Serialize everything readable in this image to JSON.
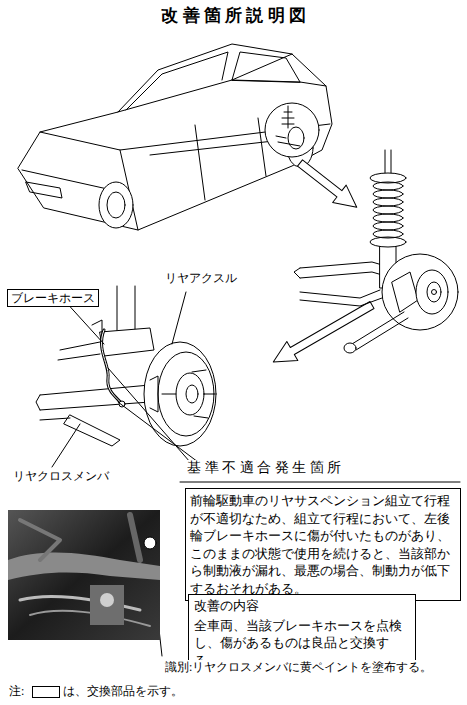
{
  "diagram": {
    "title": "改 善 箇 所 説 明 図",
    "nodes": [
      {
        "text": [
          "ブレーキホース"
        ]
      },
      {
        "text": [
          "前輪駆動車のリヤサスペンション組立て行程が不適切なため、組立て行程において、左後輪ブレーキホースに傷が付いたものがあり、このままの状態で使用を続けると、当該部から制動液が漏れ、最悪の場合、制動力が低下するおそれがある。"
        ]
      },
      {
        "text": [
          "改善の内容",
          "全車両、当該ブレーキホースを点検し、傷があるものは良品と交換する。"
        ]
      }
    ],
    "labels": [
      "リヤアクスル",
      "基 準 不 適 合 発 生 箇 所",
      "リヤクロスメンバ",
      "識別:リヤクロスメンバに黄ペイントを塗布する。",
      "注:"
    ],
    "legend": [
      {
        "text": "は、交換部品を示す。"
      }
    ]
  }
}
